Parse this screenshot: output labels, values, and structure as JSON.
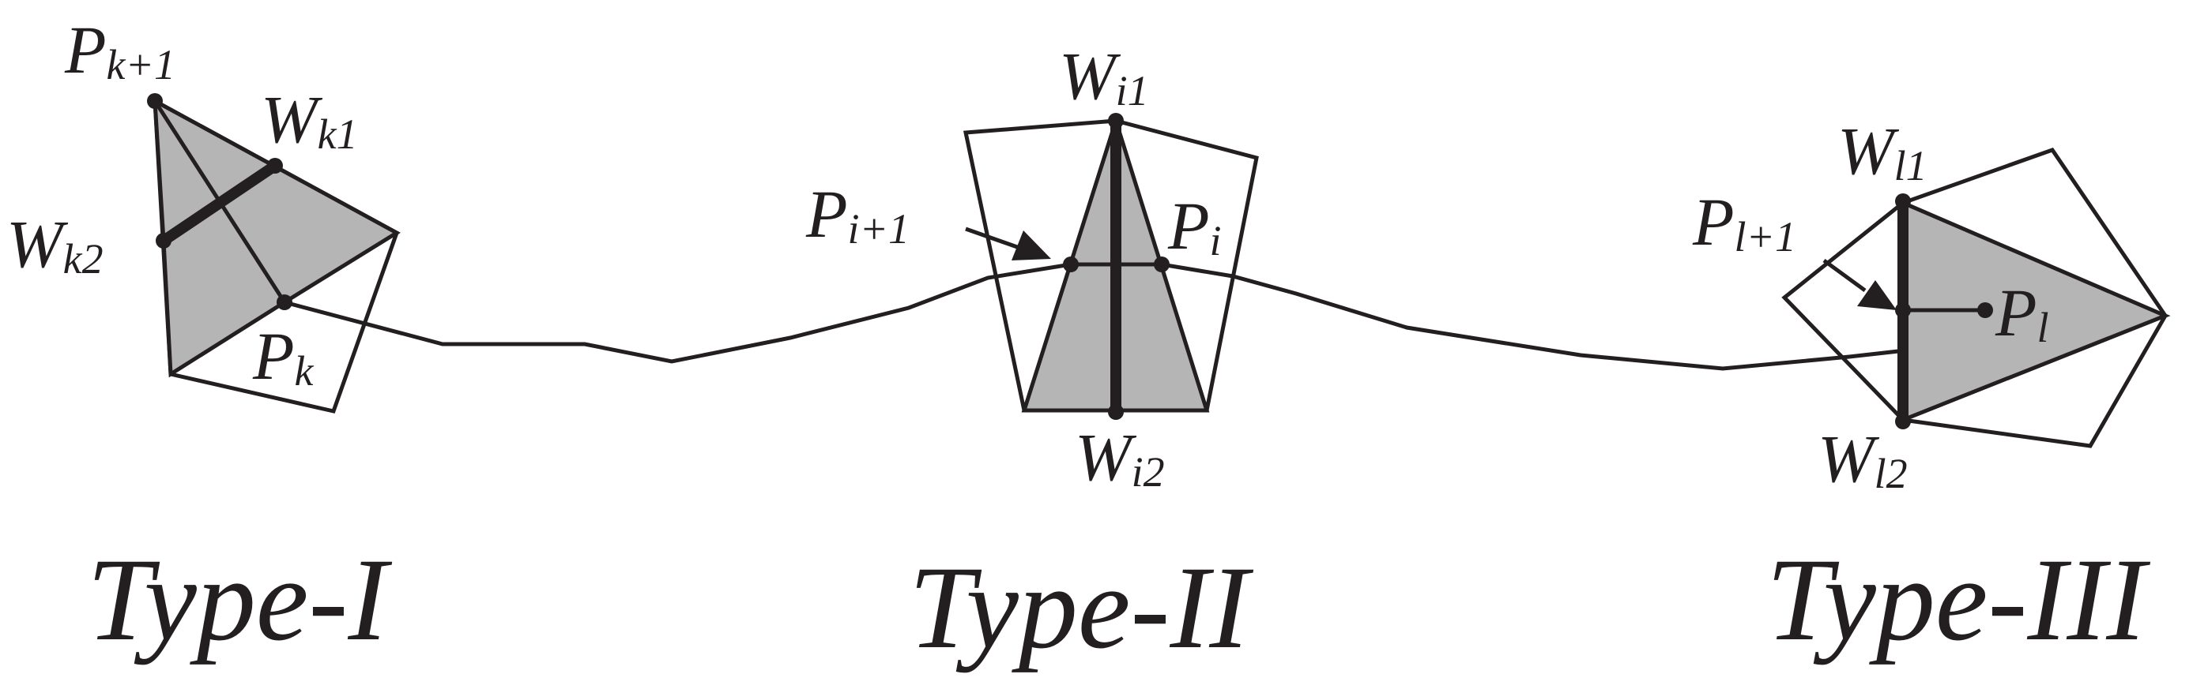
{
  "labels": {
    "type1": {
      "P_next": {
        "base": "P",
        "sub": "k+1"
      },
      "W1": {
        "base": "W",
        "sub": "k1"
      },
      "W2": {
        "base": "W",
        "sub": "k2"
      },
      "P": {
        "base": "P",
        "sub": "k"
      }
    },
    "type2": {
      "W1": {
        "base": "W",
        "sub": "i1"
      },
      "W2": {
        "base": "W",
        "sub": "i2"
      },
      "P_next": {
        "base": "P",
        "sub": "i+1"
      },
      "P": {
        "base": "P",
        "sub": "i"
      }
    },
    "type3": {
      "W1": {
        "base": "W",
        "sub": "l1"
      },
      "W2": {
        "base": "W",
        "sub": "l2"
      },
      "P_next": {
        "base": "P",
        "sub": "l+1"
      },
      "P": {
        "base": "P",
        "sub": "l"
      }
    }
  },
  "captions": {
    "type1": "Type-I",
    "type2": "Type-II",
    "type3": "Type-III"
  },
  "colors": {
    "stroke": "#231f20",
    "shade": "#b5b5b5"
  }
}
